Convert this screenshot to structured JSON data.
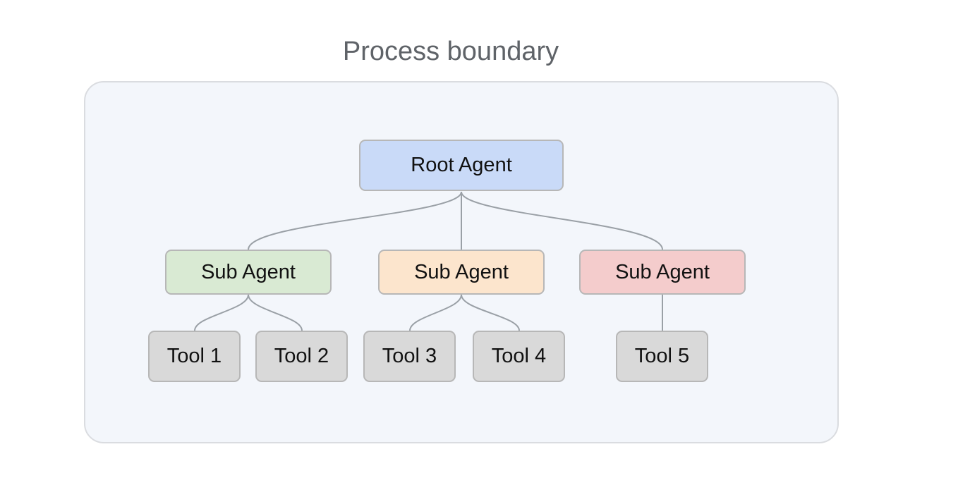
{
  "boundary": {
    "title": "Process boundary",
    "fill_color": "#f3f6fb",
    "border_color": "#dadce0"
  },
  "root": {
    "label": "Root Agent",
    "color": "#c9daf8"
  },
  "sub_agents": [
    {
      "label": "Sub Agent",
      "color": "#d9ead3"
    },
    {
      "label": "Sub Agent",
      "color": "#fce5cd"
    },
    {
      "label": "Sub Agent",
      "color": "#f4cccc"
    }
  ],
  "tools": [
    {
      "label": "Tool 1",
      "parent": 0
    },
    {
      "label": "Tool 2",
      "parent": 0
    },
    {
      "label": "Tool 3",
      "parent": 1
    },
    {
      "label": "Tool 4",
      "parent": 1
    },
    {
      "label": "Tool 5",
      "parent": 2
    }
  ],
  "tool_color": "#d9d9d9",
  "connector_color": "#9aa0a6"
}
